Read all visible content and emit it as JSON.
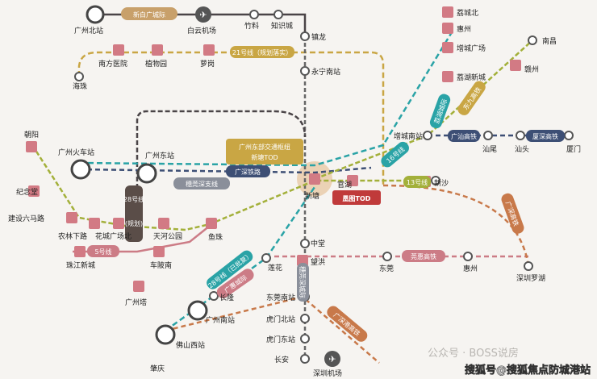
{
  "title_block": {
    "line1": "广州东部交通枢纽",
    "line2": "新塘TOD"
  },
  "highlight": {
    "label": "凰图TOD"
  },
  "stations": {
    "xinbaiyun": "新白广城际",
    "gzbeizhan": "广州北站",
    "baiyun_airport": "白云机场",
    "zhuliao": "竹料",
    "zhishicheng": "知识城",
    "zhenlong": "镇龙",
    "yongningnan": "永宁南站",
    "xintang": "新塘",
    "guanhu": "官湖",
    "xinsha": "新沙",
    "zhongtang": "中堂",
    "wanghong": "望洪",
    "dongguan": "东莞",
    "huizhou": "惠州",
    "shenzhen_luohu": "深圳罗湖",
    "licheng_north": "荔城北",
    "huizhou2": "惠州",
    "zengcheng_guangchang": "增城广场",
    "lihu_xincheng": "荔湖新城",
    "nanchang": "南昌",
    "ganzhou": "赣州",
    "zengcheng_nan": "增城南站",
    "shanwei": "汕尾",
    "shantou": "汕头",
    "xiamen": "厦门",
    "nanfang_yiyuan": "南方医院",
    "zhiwuyuan": "植物园",
    "luogang": "萝岗",
    "haizhu": "海珠",
    "chaoyang": "朝阳",
    "gz_huochezhan": "广州火车站",
    "gz_dongzhan": "广州东站",
    "jinian_tang": "纪念堂",
    "jianshe_liu": "建设六马路",
    "nonglin": "农林下路",
    "huacheng_beistn": "花城广场北",
    "tianhe_gongyuan": "天河公园",
    "yuzhu": "鱼珠",
    "zhujiang_xincheng": "珠江新城",
    "chepi_nan": "车陂南",
    "gz_ta": "广州塔",
    "lianhua": "莲花",
    "changlong": "长隆",
    "gz_nanzhan": "广州南站",
    "foshan_xi": "佛山西站",
    "zhaoqing": "肇庆",
    "dongguan_nan": "东莞南站",
    "humen_bei": "虎门北站",
    "humen_dong": "虎门东站",
    "changan": "长安",
    "shenzhen_airport": "深圳机场"
  },
  "line_labels": {
    "line21": "21号线（规划落实）",
    "line28": "28号线",
    "line28_sub": "(规划)",
    "gsr": "广深铁路",
    "suisheng": "穗莞深支线",
    "line16": "16号线",
    "line13": "13号线",
    "dongjiu": "东九高铁",
    "lihu": "荔湖城际",
    "guangshan": "广汕高铁",
    "xiashen": "厦深高铁",
    "guangshen_gt": "广深高铁",
    "guanhui": "莞惠高铁",
    "line5": "5号线",
    "line28b": "28号线（已批复）",
    "guanhui2": "广惠城际",
    "suiguan": "穗莞深城际",
    "guangshen2": "广深港高铁",
    "line_sz": "广深高铁"
  },
  "watermark": {
    "brand": "公众号 · BOSS说房",
    "footer": "搜狐号@搜狐焦点防城港站"
  },
  "colors": {
    "teal": "#2aa3a6",
    "olive": "#a3b03a",
    "gold": "#c9a644",
    "rust": "#c8794a",
    "rose": "#cc7c86",
    "pink": "#e08c95",
    "navy": "#3d4f75",
    "dark": "#4a4447",
    "brand_red": "#c03a3a"
  }
}
